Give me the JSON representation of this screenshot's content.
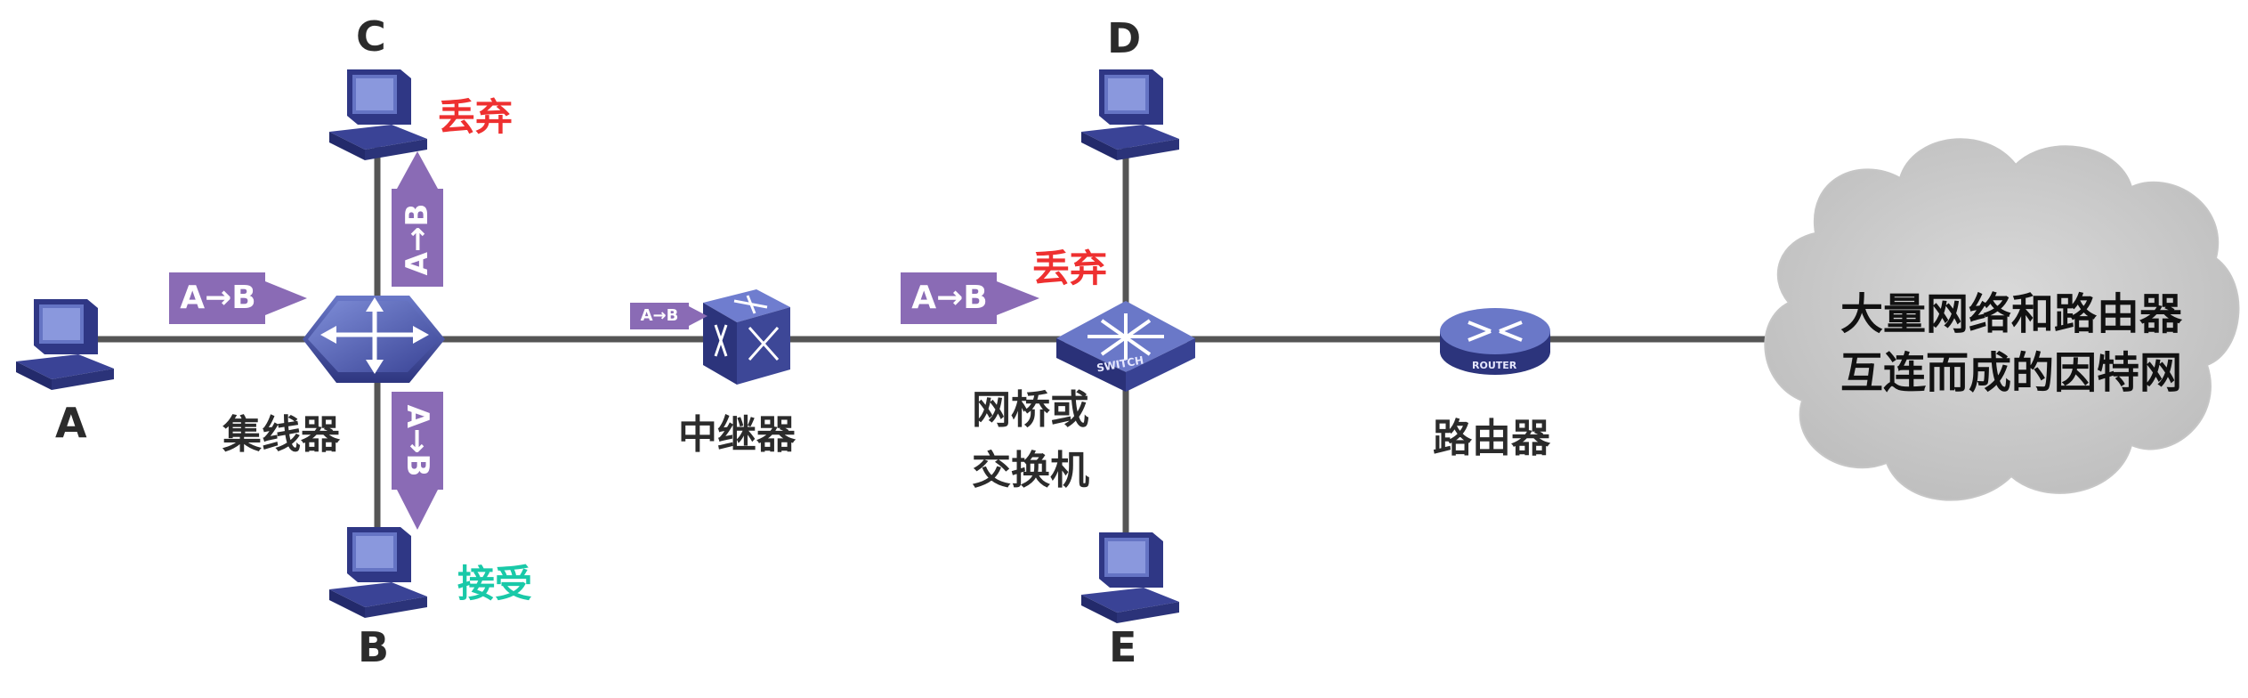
{
  "nodes": {
    "A": "A",
    "B": "B",
    "C": "C",
    "D": "D",
    "E": "E"
  },
  "devices": {
    "hub": "集线器",
    "repeater": "中继器",
    "bridge_line1": "网桥或",
    "bridge_line2": "交换机",
    "router": "路由器",
    "switch_badge": "SWITCH",
    "router_badge": "ROUTER"
  },
  "cloud": {
    "line1": "大量网络和路由器",
    "line2": "互连而成的因特网"
  },
  "status": {
    "c_discard": "丢弃",
    "b_accept": "接受",
    "bridge_discard": "丢弃"
  },
  "packets": {
    "a_to_hub": "A→B",
    "hub_to_c": "A→B",
    "hub_to_b": "A→B",
    "to_repeater": "A→B",
    "to_bridge": "A→B"
  },
  "colors": {
    "line": "#555555",
    "packet": "#8a6bb5",
    "device": "#3f4a9e",
    "discard": "#ee3030",
    "accept": "#19c9a8",
    "cloud": "#d0d0d0"
  }
}
